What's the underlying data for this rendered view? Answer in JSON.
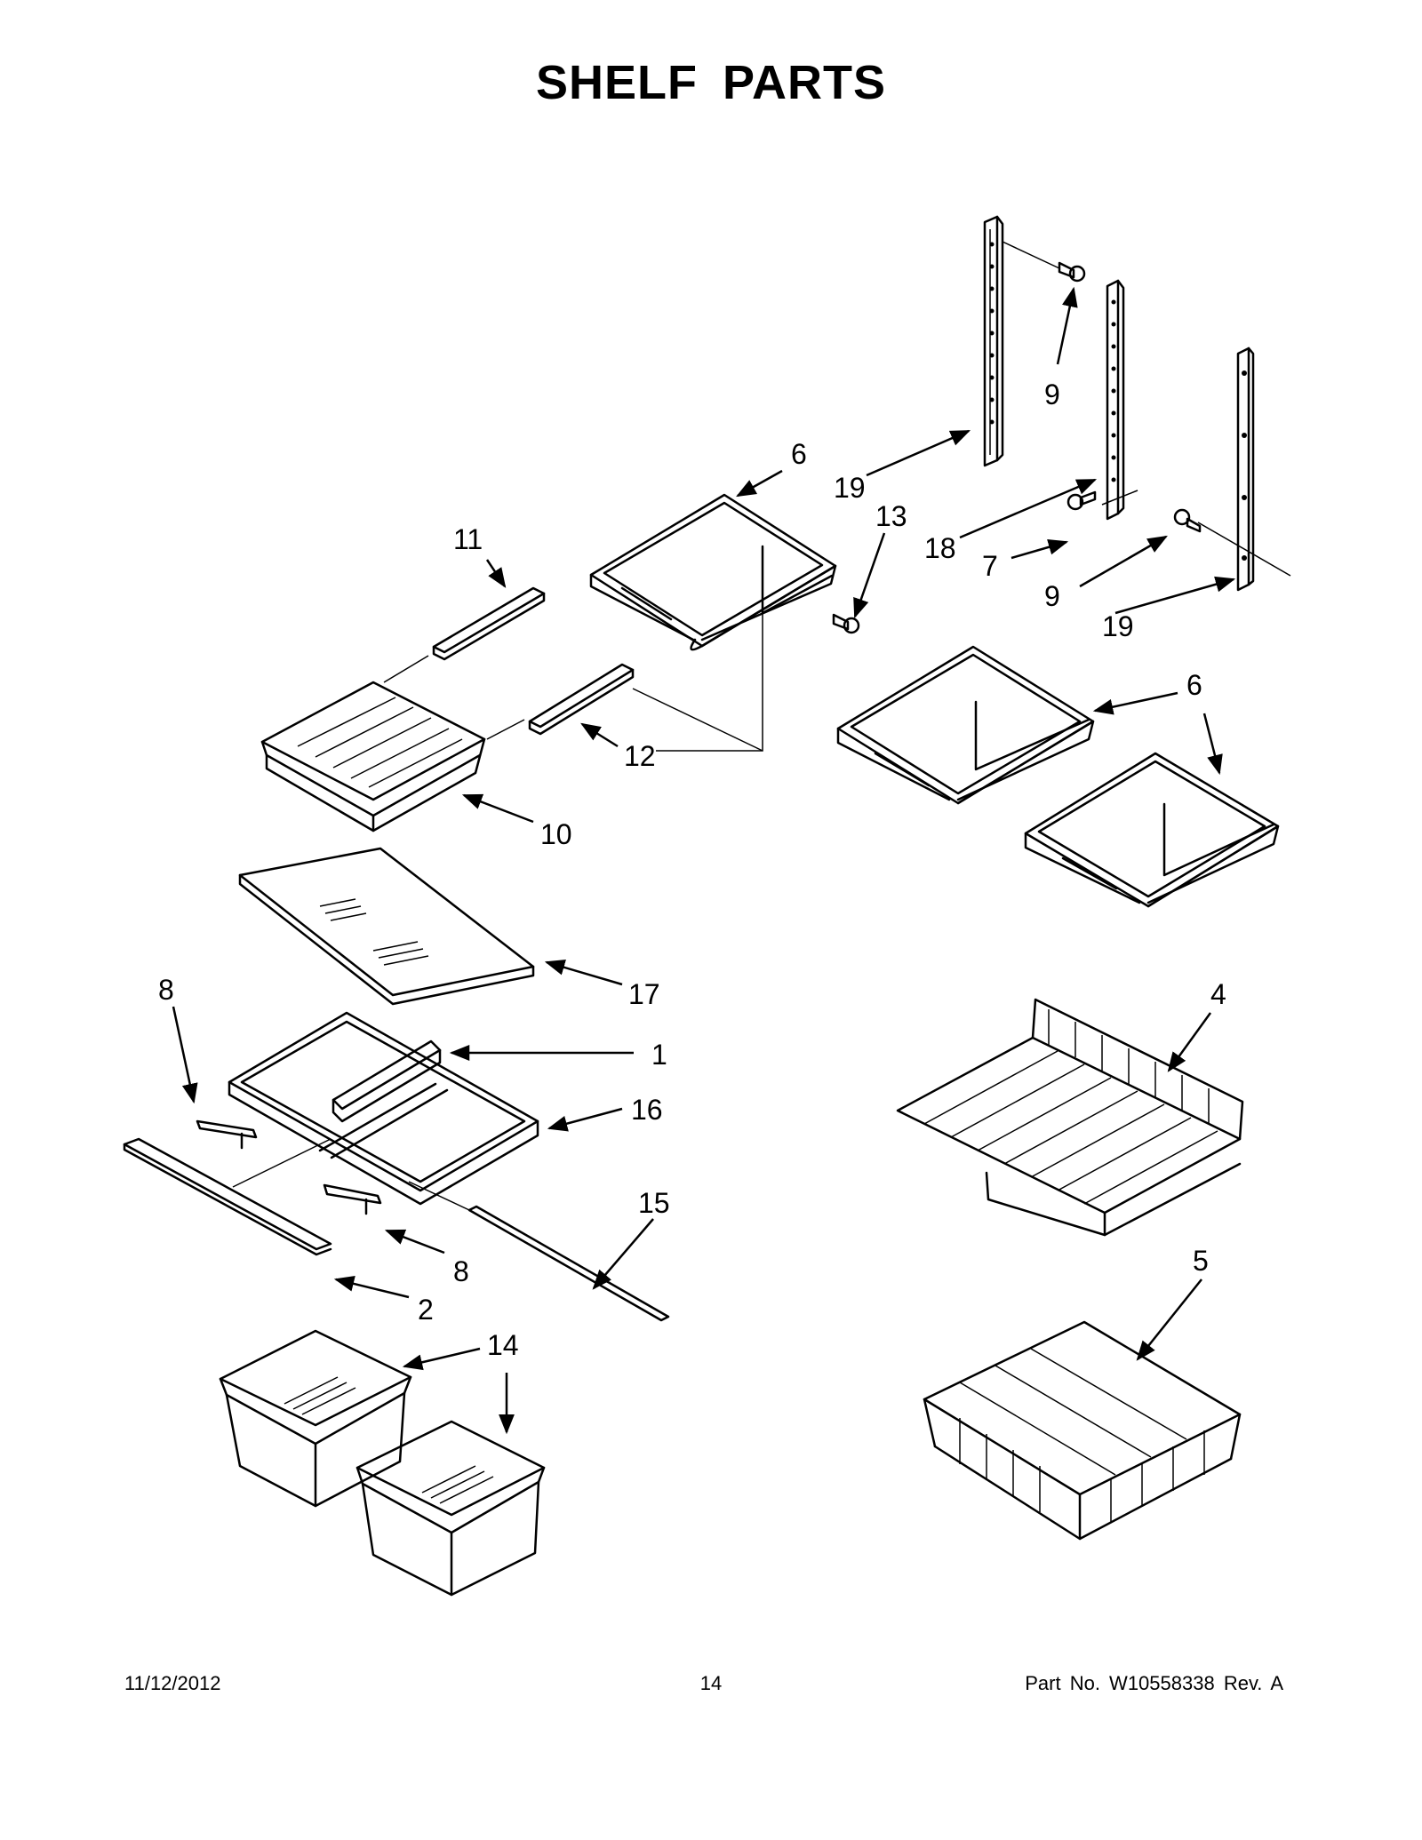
{
  "title": "SHELF PARTS",
  "callouts": [
    {
      "id": "c-6a",
      "label": "6"
    },
    {
      "id": "c-19a",
      "label": "19"
    },
    {
      "id": "c-9a",
      "label": "9"
    },
    {
      "id": "c-13",
      "label": "13"
    },
    {
      "id": "c-11",
      "label": "11"
    },
    {
      "id": "c-18",
      "label": "18"
    },
    {
      "id": "c-7",
      "label": "7"
    },
    {
      "id": "c-9b",
      "label": "9"
    },
    {
      "id": "c-19b",
      "label": "19"
    },
    {
      "id": "c-6b",
      "label": "6"
    },
    {
      "id": "c-12",
      "label": "12"
    },
    {
      "id": "c-10",
      "label": "10"
    },
    {
      "id": "c-17",
      "label": "17"
    },
    {
      "id": "c-8a",
      "label": "8"
    },
    {
      "id": "c-1",
      "label": "1"
    },
    {
      "id": "c-4",
      "label": "4"
    },
    {
      "id": "c-16",
      "label": "16"
    },
    {
      "id": "c-15",
      "label": "15"
    },
    {
      "id": "c-8b",
      "label": "8"
    },
    {
      "id": "c-2",
      "label": "2"
    },
    {
      "id": "c-5",
      "label": "5"
    },
    {
      "id": "c-14",
      "label": "14"
    }
  ],
  "footer": {
    "date": "11/12/2012",
    "page": "14",
    "part_number": "Part No.  W10558338  Rev.  A"
  }
}
